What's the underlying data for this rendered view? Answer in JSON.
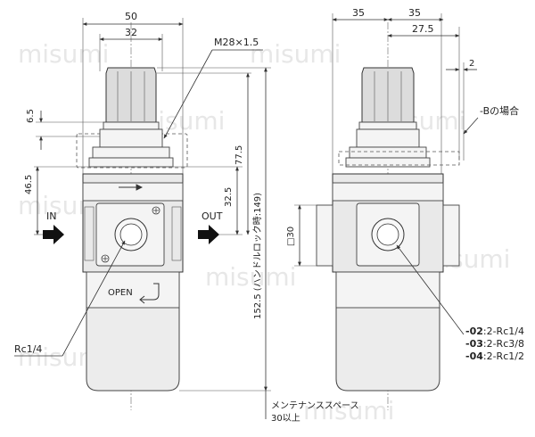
{
  "watermark": "misumi",
  "front": {
    "dim_width_outer": "50",
    "dim_width_inner": "32",
    "dim_thread": "M28×1.5",
    "dim_knob_gap": "6.5",
    "dim_height_upper": "77.5",
    "dim_height_port_left": "46.5",
    "dim_height_port_center": "32.5",
    "dim_total_height": "152.5 (ハンドルロック時:149)",
    "label_in": "IN",
    "label_out": "OUT",
    "label_open": "OPEN",
    "label_port_gauge": "Rc1/4",
    "label_maintenance_1": "メンテナンススペース",
    "label_maintenance_2": "30以上"
  },
  "side": {
    "dim_half_left": "35",
    "dim_half_right": "35",
    "dim_offset": "27.5",
    "dim_bracket_gap": "2",
    "dim_square": "□30",
    "label_bracket_option": "-Bの場合",
    "port_options": [
      {
        "code": "-02",
        "spec": ":2-Rc1/4"
      },
      {
        "code": "-03",
        "spec": ":2-Rc3/8"
      },
      {
        "code": "-04",
        "spec": ":2-Rc1/2"
      }
    ]
  },
  "colors": {
    "body": "#e9e9e9",
    "line": "#333333",
    "arrow": "#111111"
  }
}
